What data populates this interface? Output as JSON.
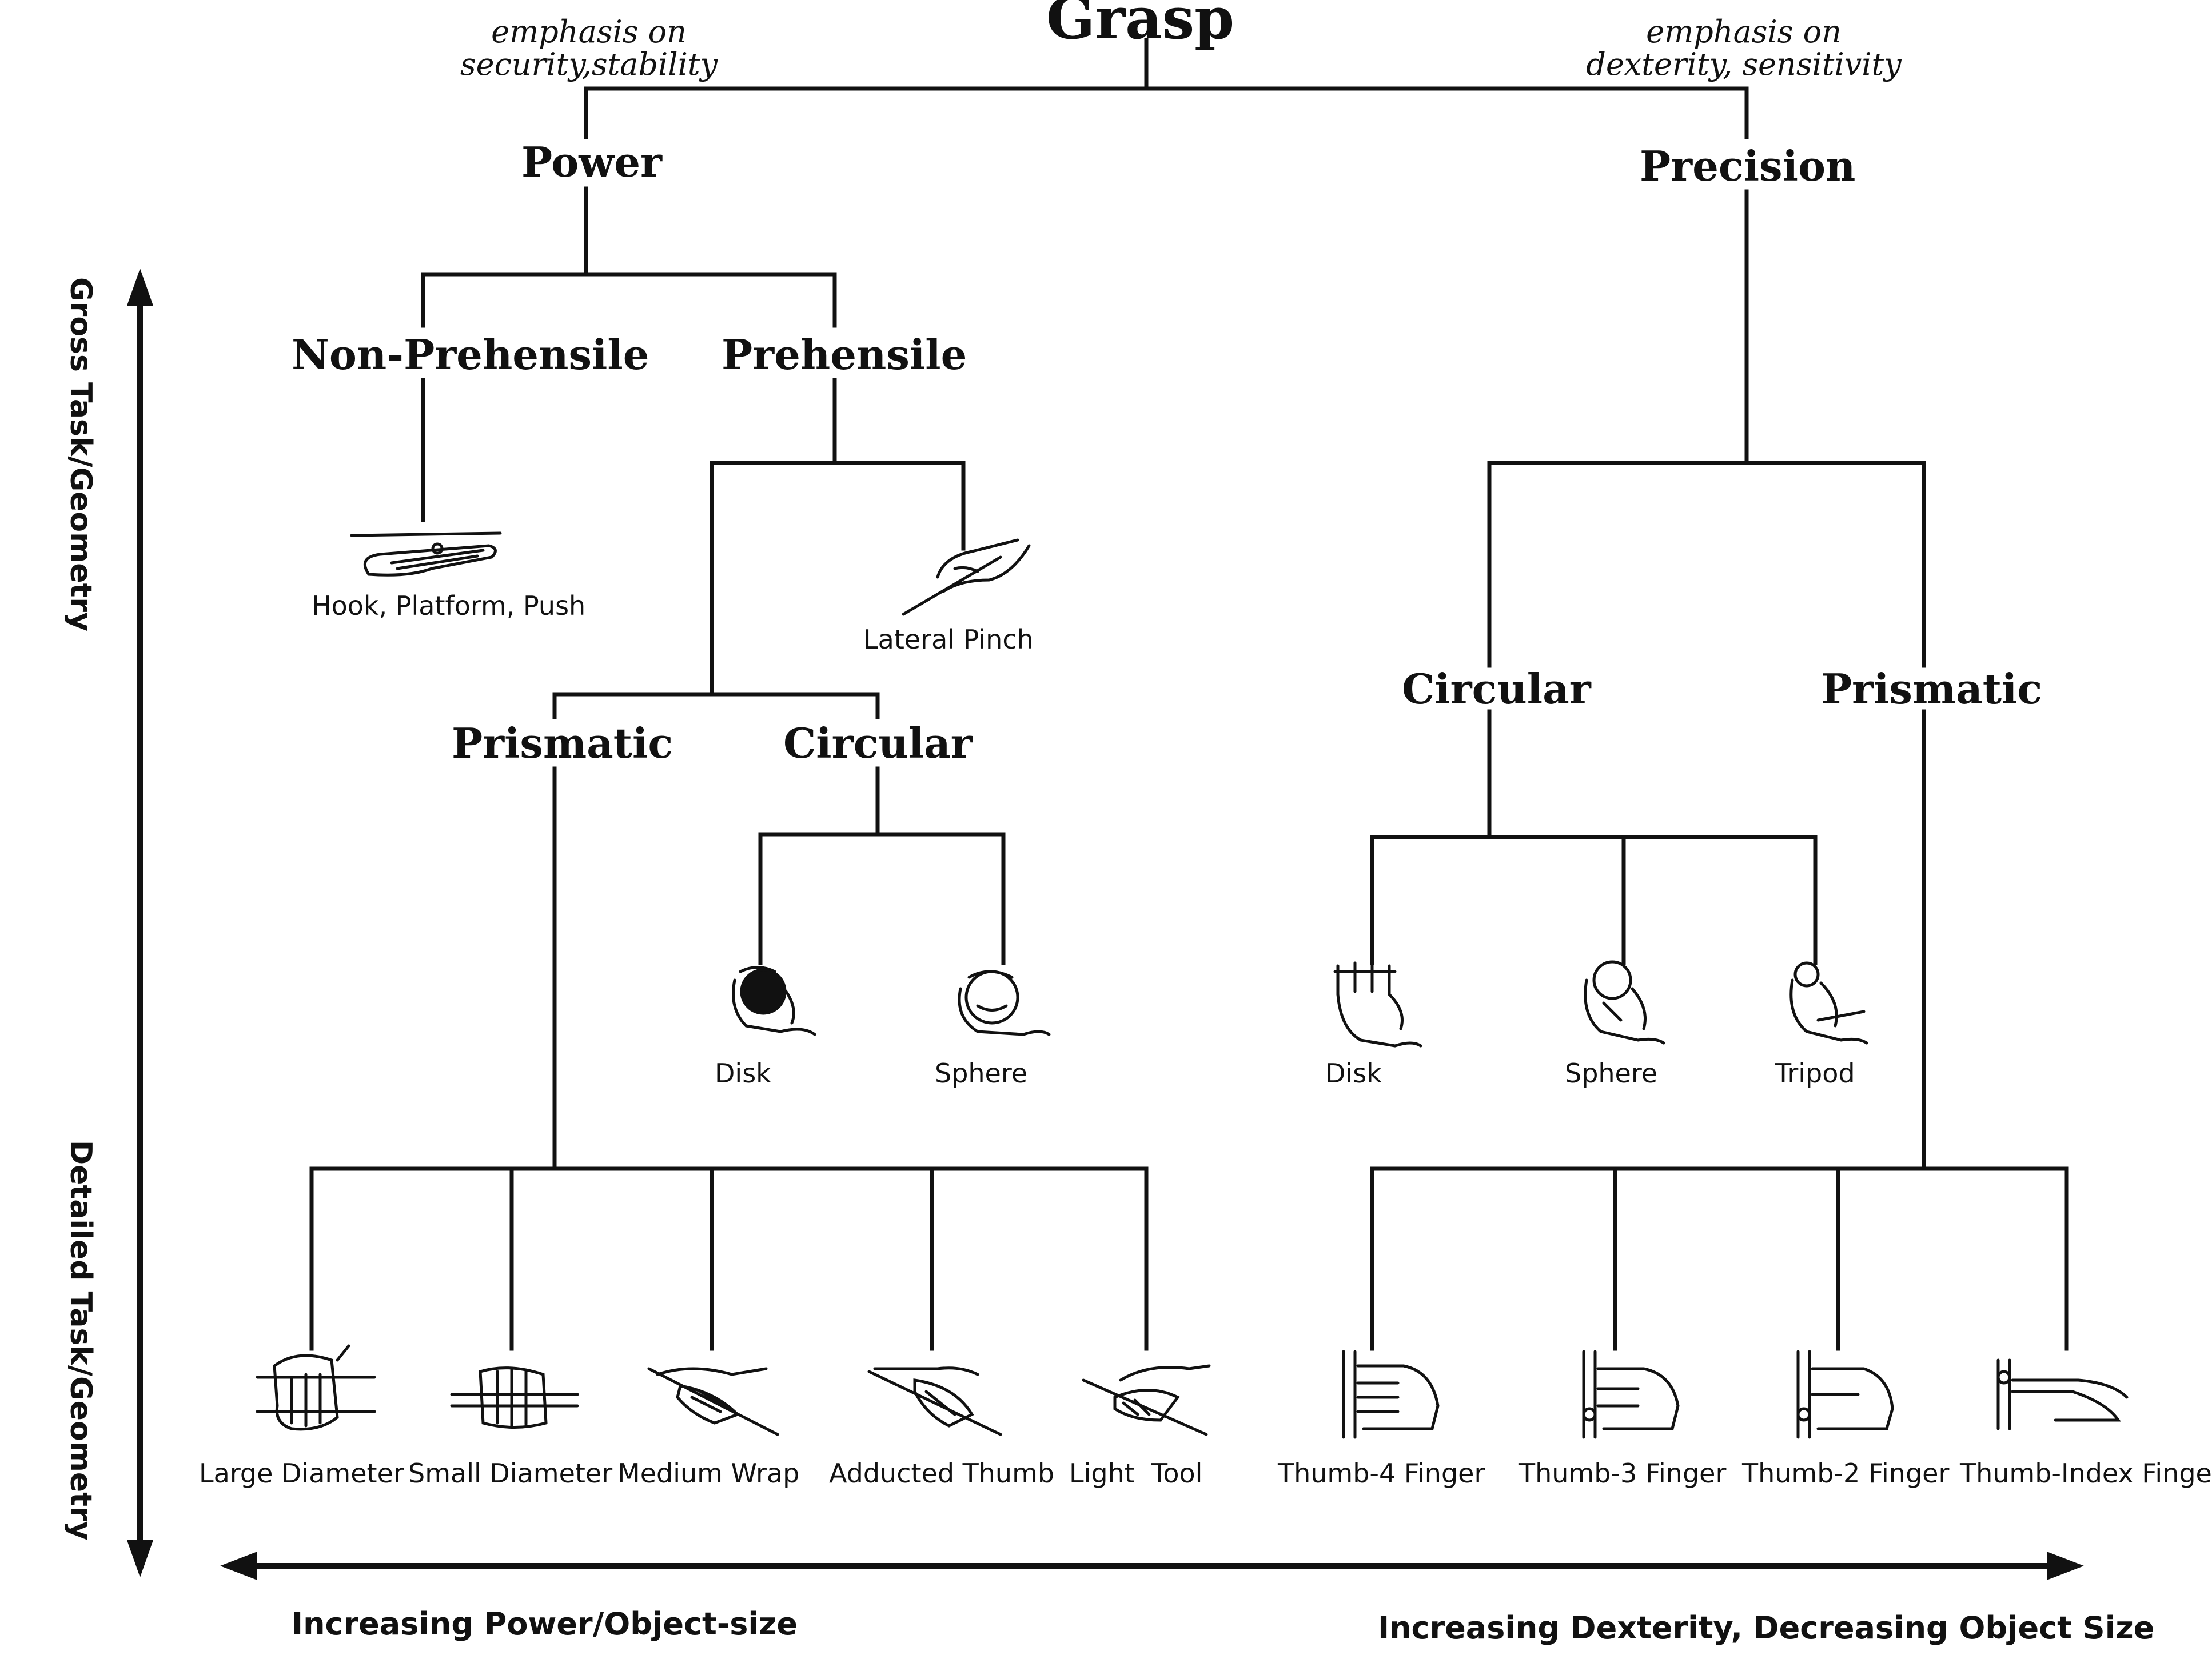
{
  "title": "Grasp",
  "emphasis_left": [
    "emphasis on",
    "security,stability"
  ],
  "emphasis_right": [
    "emphasis on",
    "dexterity, sensitivity"
  ],
  "nodes": {
    "power": "Power",
    "precision": "Precision",
    "non_prehensile": "Non-Prehensile",
    "prehensile": "Prehensile",
    "power_prismatic": "Prismatic",
    "power_circular": "Circular",
    "precision_circular": "Circular",
    "precision_prismatic": "Prismatic"
  },
  "leaves": {
    "hook": "Hook, Platform, Push",
    "lateral_pinch": "Lateral Pinch",
    "power_disk": "Disk",
    "power_sphere": "Sphere",
    "precision_disk": "Disk",
    "precision_sphere": "Sphere",
    "tripod": "Tripod",
    "large_diameter": "Large Diameter",
    "small_diameter": "Small Diameter",
    "medium_wrap": "Medium Wrap",
    "adducted_thumb": "Adducted Thumb",
    "light_tool": "Light  Tool",
    "thumb_4": "Thumb-4 Finger",
    "thumb_3": "Thumb-3 Finger",
    "thumb_2": "Thumb-2 Finger",
    "thumb_index": "Thumb-Index Finger"
  },
  "axes": {
    "vertical_top": "Gross Task/Geometry",
    "vertical_bottom": "Detailed Task/Geometry",
    "horizontal_left": "Increasing Power/Object-size",
    "horizontal_right": "Increasing Dexterity, Decreasing Object Size"
  },
  "icons": [
    "flat-hand-push-icon",
    "lateral-pinch-hand-icon",
    "disk-grasp-hand-icon",
    "sphere-grasp-hand-icon",
    "precision-disk-hand-icon",
    "precision-sphere-hand-icon",
    "tripod-hand-icon",
    "large-diameter-hand-icon",
    "small-diameter-hand-icon",
    "medium-wrap-hand-icon",
    "adducted-thumb-hand-icon",
    "light-tool-hand-icon",
    "thumb-4-finger-hand-icon",
    "thumb-3-finger-hand-icon",
    "thumb-2-finger-hand-icon",
    "thumb-index-finger-hand-icon"
  ],
  "colors": {
    "ink": "#111111",
    "background": "#ffffff"
  }
}
